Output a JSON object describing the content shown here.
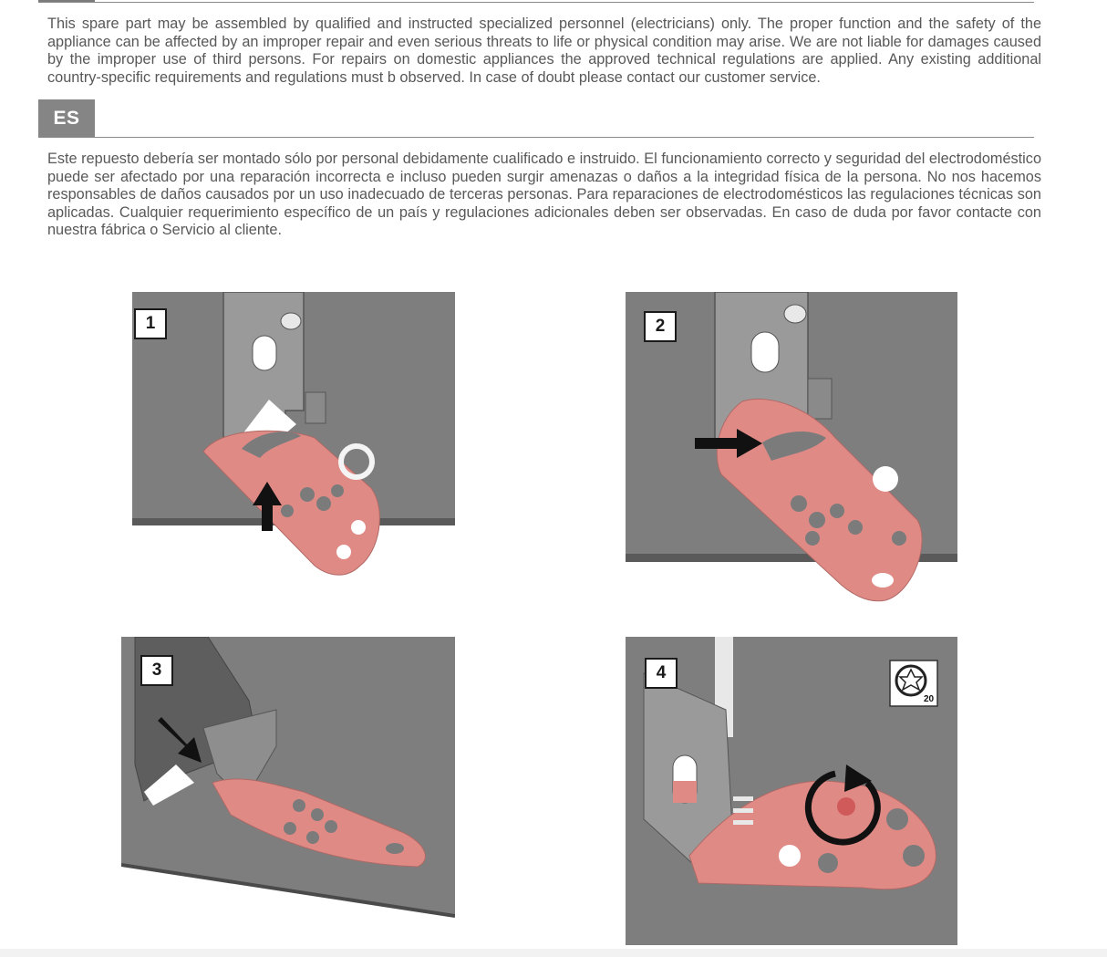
{
  "sections": [
    {
      "text": "This spare part may be assembled by qualified and instructed specialized personnel (electricians) only. The proper function and the safety of the appliance can be affected by an improper repair and even serious threats to life or physical condition may arise. We are not liable for damages caused by the improper use of third persons. For repairs on domestic appliances the approved technical regulations are applied. Any existing additional country-specific requirements and regulations must b observed. In case of doubt please contact our customer service."
    },
    {
      "tag": "ES",
      "text": "Este repuesto debería ser montado sólo por personal debidamente cualificado e instruido. El funcionamiento correcto y seguridad del electrodoméstico puede ser afectado por una reparación incorrecta e incluso pueden surgir amenazas o daños a la integridad física de la persona.  No nos hacemos responsables de daños causados por un uso inadecuado de terceras personas. Para reparaciones de electrodomésticos las regulaciones técnicas son aplicadas. Cualquier requerimiento específico de un país y regulaciones adicionales deben ser observadas. En caso de duda por favor contacte con nuestra fábrica o Servicio al cliente."
    }
  ],
  "steps": [
    {
      "number": "1"
    },
    {
      "number": "2"
    },
    {
      "number": "3"
    },
    {
      "number": "4",
      "tool_size": "20"
    }
  ],
  "colors": {
    "part": "#e08a86",
    "part_hole": "#7b7b7b",
    "panel": "#7e7e7e",
    "bracket": "#9a9a9a",
    "arrow": "#111111"
  },
  "icons": {
    "tool": "torx-bit-icon",
    "push": "arrow-icon",
    "rotate": "rotate-clockwise-icon"
  }
}
